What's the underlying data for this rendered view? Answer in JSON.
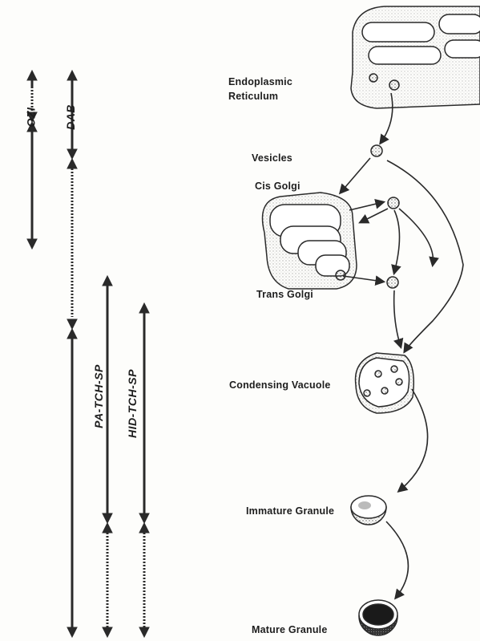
{
  "labels": {
    "er": "Endoplasmic",
    "er2": "Reticulum",
    "vesicles": "Vesicles",
    "cis": "Cis Golgi",
    "trans": "Trans Golgi",
    "condensing": "Condensing Vacuole",
    "immature": "Immature Granule",
    "mature": "Mature Granule"
  },
  "techniques": {
    "ozi": "OZI",
    "dab": "DAB",
    "pa": "PA-TCH-SP",
    "hid": "HID-TCH-SP"
  }
}
